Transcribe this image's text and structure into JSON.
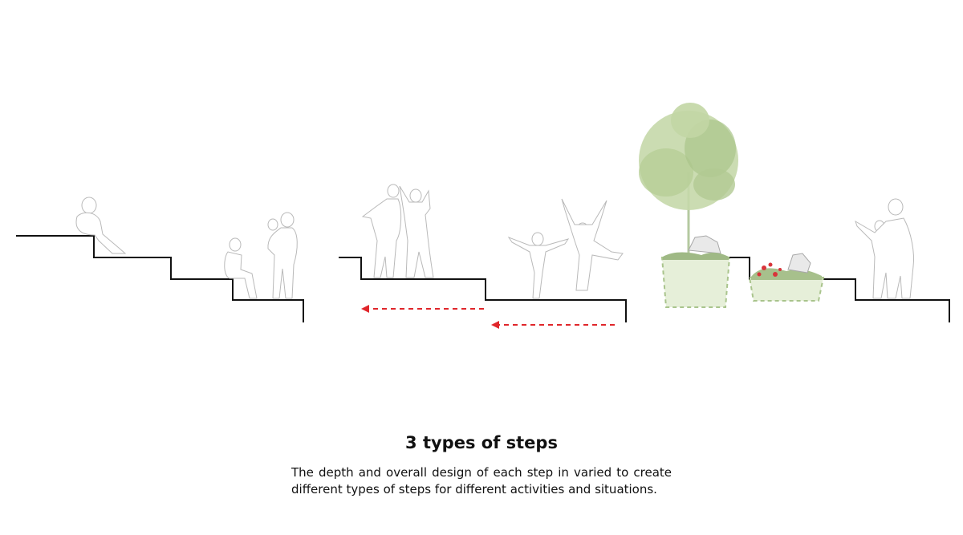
{
  "caption": {
    "title": "3 types of steps",
    "body": "The depth and overall design of each step in varied to create different types of steps for different activities and situations."
  },
  "colors": {
    "step_line": "#111111",
    "arrow": "#e0262b",
    "planter_fill": "#e6efd9",
    "planter_stroke": "#a9c48c",
    "foliage": "#b8cf98",
    "person_outline": "#b9b9b9"
  },
  "diagram": {
    "sections": [
      {
        "name": "seating-steps",
        "figures": "sitting and standing people"
      },
      {
        "name": "play-steps",
        "figures": "dancing and jumping people",
        "arrows": 2
      },
      {
        "name": "planter-steps",
        "figures": "tree, planters and standing family"
      }
    ]
  }
}
